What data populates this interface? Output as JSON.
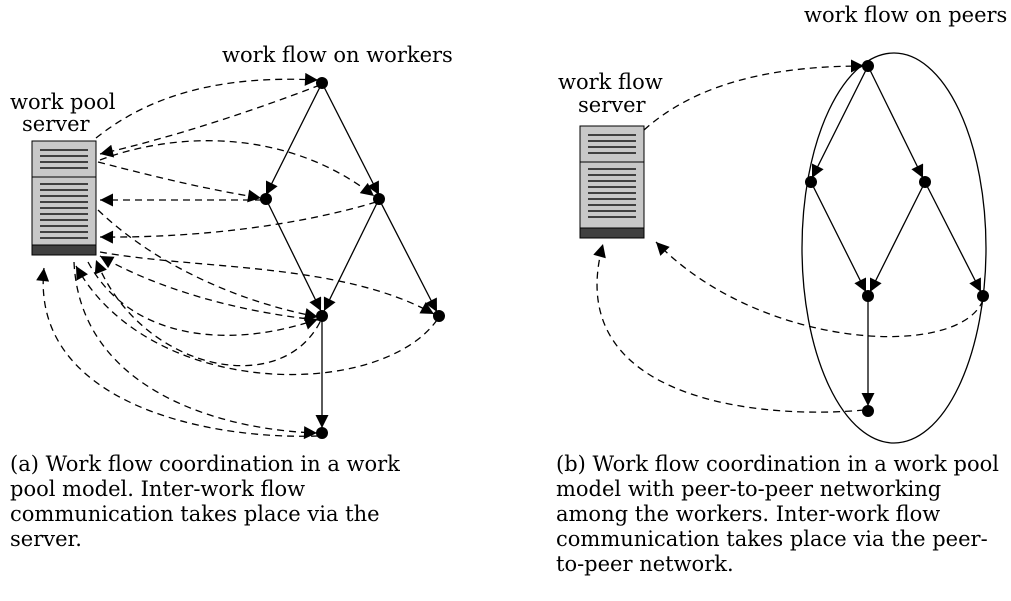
{
  "panel_a": {
    "server_label_line1": "work pool",
    "server_label_line2": "server",
    "flow_label": "work flow on workers",
    "caption": "(a) Work flow coordination in a work pool model. Inter-work flow communication takes place via the server."
  },
  "panel_b": {
    "server_label_line1": "work flow",
    "server_label_line2": "server",
    "flow_label": "work flow on peers",
    "caption": "(b) Work flow coordination in a work pool model with peer-to-peer networking among the workers. Inter-work flow communication takes place via the peer-to-peer network."
  },
  "colors": {
    "server_body": "#c8c8c8",
    "server_base": "#404040",
    "line": "#000000"
  }
}
